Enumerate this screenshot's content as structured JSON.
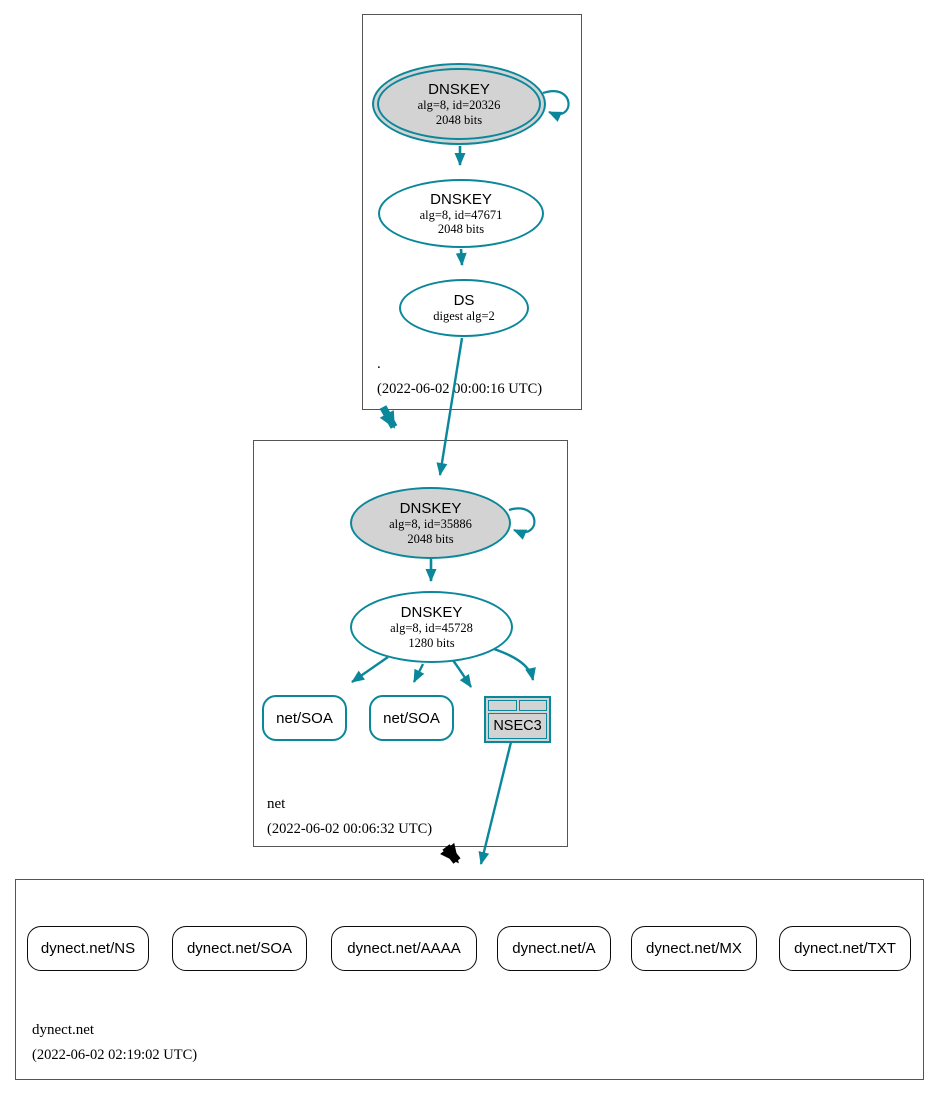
{
  "diagram_type": "dnssec-authentication-chain",
  "colors": {
    "secure_teal": "#0a879a",
    "key_fill_gray": "#d3d3d3",
    "insecure_black": "#0b0b0b",
    "cluster_border": "#555555"
  },
  "zones": {
    "root": {
      "label": ".",
      "timestamp": "(2022-06-02 00:00:16 UTC)",
      "ksk": {
        "title": "DNSKEY",
        "detail1": "alg=8, id=20326",
        "detail2": "2048 bits"
      },
      "zsk": {
        "title": "DNSKEY",
        "detail1": "alg=8, id=47671",
        "detail2": "2048 bits"
      },
      "ds": {
        "title": "DS",
        "detail1": "digest alg=2"
      }
    },
    "net": {
      "label": "net",
      "timestamp": "(2022-06-02 00:06:32 UTC)",
      "ksk": {
        "title": "DNSKEY",
        "detail1": "alg=8, id=35886",
        "detail2": "2048 bits"
      },
      "zsk": {
        "title": "DNSKEY",
        "detail1": "alg=8, id=45728",
        "detail2": "1280 bits"
      },
      "soa1": {
        "label": "net/SOA"
      },
      "soa2": {
        "label": "net/SOA"
      },
      "nsec3": {
        "label": "NSEC3"
      }
    },
    "dynect": {
      "label": "dynect.net",
      "timestamp": "(2022-06-02 02:19:02 UTC)",
      "rrsets": [
        {
          "label": "dynect.net/NS"
        },
        {
          "label": "dynect.net/SOA"
        },
        {
          "label": "dynect.net/AAAA"
        },
        {
          "label": "dynect.net/A"
        },
        {
          "label": "dynect.net/MX"
        },
        {
          "label": "dynect.net/TXT"
        }
      ]
    }
  }
}
